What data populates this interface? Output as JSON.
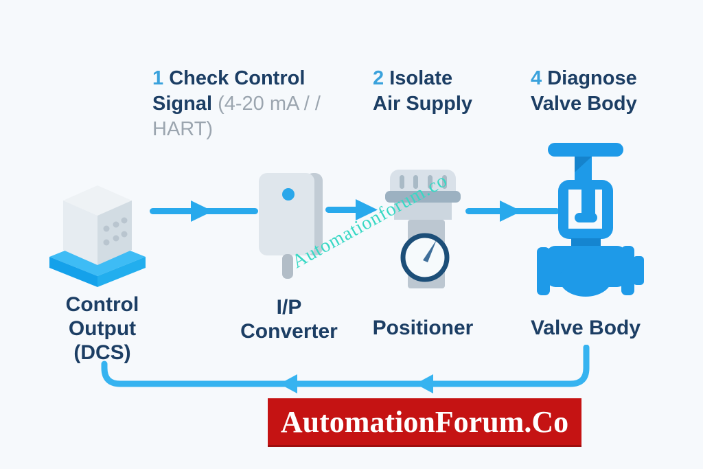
{
  "colors": {
    "background": "#f6f9fc",
    "accent_arrow_blue": "#28a9ec",
    "step_number_blue": "#3aa2dc",
    "navy_text": "#1c3e64",
    "gray_text": "#9ba5af",
    "valve_blue": "#1e9ae8",
    "feedback_line_blue": "#36b3f0",
    "watermark_teal": "#38d8c4",
    "banner_red": "#c51313",
    "banner_text_white": "#ffffff"
  },
  "steps": {
    "step1": {
      "number": "1",
      "title_line1": "Check Control",
      "title_line2": "Signal",
      "detail_line1": "(4-20 mA / /",
      "detail_line2": "HART)"
    },
    "step2": {
      "number": "2",
      "title_line1": "Isolate",
      "title_line2": "Air Supply"
    },
    "step3": {
      "number": "4",
      "title_line1": "Diagnose",
      "title_line2": "Valve Body"
    }
  },
  "component_labels": {
    "dcs_line1": "Control",
    "dcs_line2": "Output",
    "dcs_line3": "(DCS)",
    "ip_line1": "I/P",
    "ip_line2": "Converter",
    "positioner": "Positioner",
    "valve": "Valve Body"
  },
  "icons": {
    "dcs": "dcs-controller-icon",
    "ip_converter": "ip-converter-icon",
    "positioner": "positioner-gauge-icon",
    "valve": "valve-body-icon",
    "flow_arrows": "flow-arrow-right-icon",
    "feedback": "feedback-arrow-left-icon"
  },
  "watermark": {
    "text": "Automationforum.co"
  },
  "banner": {
    "text": "AutomationForum.Co"
  }
}
